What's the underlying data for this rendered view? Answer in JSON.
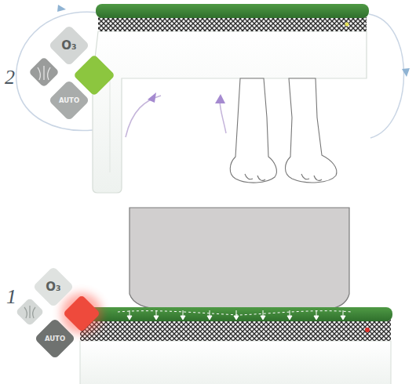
{
  "diagram": {
    "nodes": [
      {
        "text": [
          "O₃"
        ]
      },
      {
        "text": [
          "AUTO"
        ]
      },
      {
        "text": [
          "O₃"
        ]
      },
      {
        "text": [
          "AUTO"
        ]
      }
    ],
    "labels": [
      "2",
      "1"
    ]
  }
}
